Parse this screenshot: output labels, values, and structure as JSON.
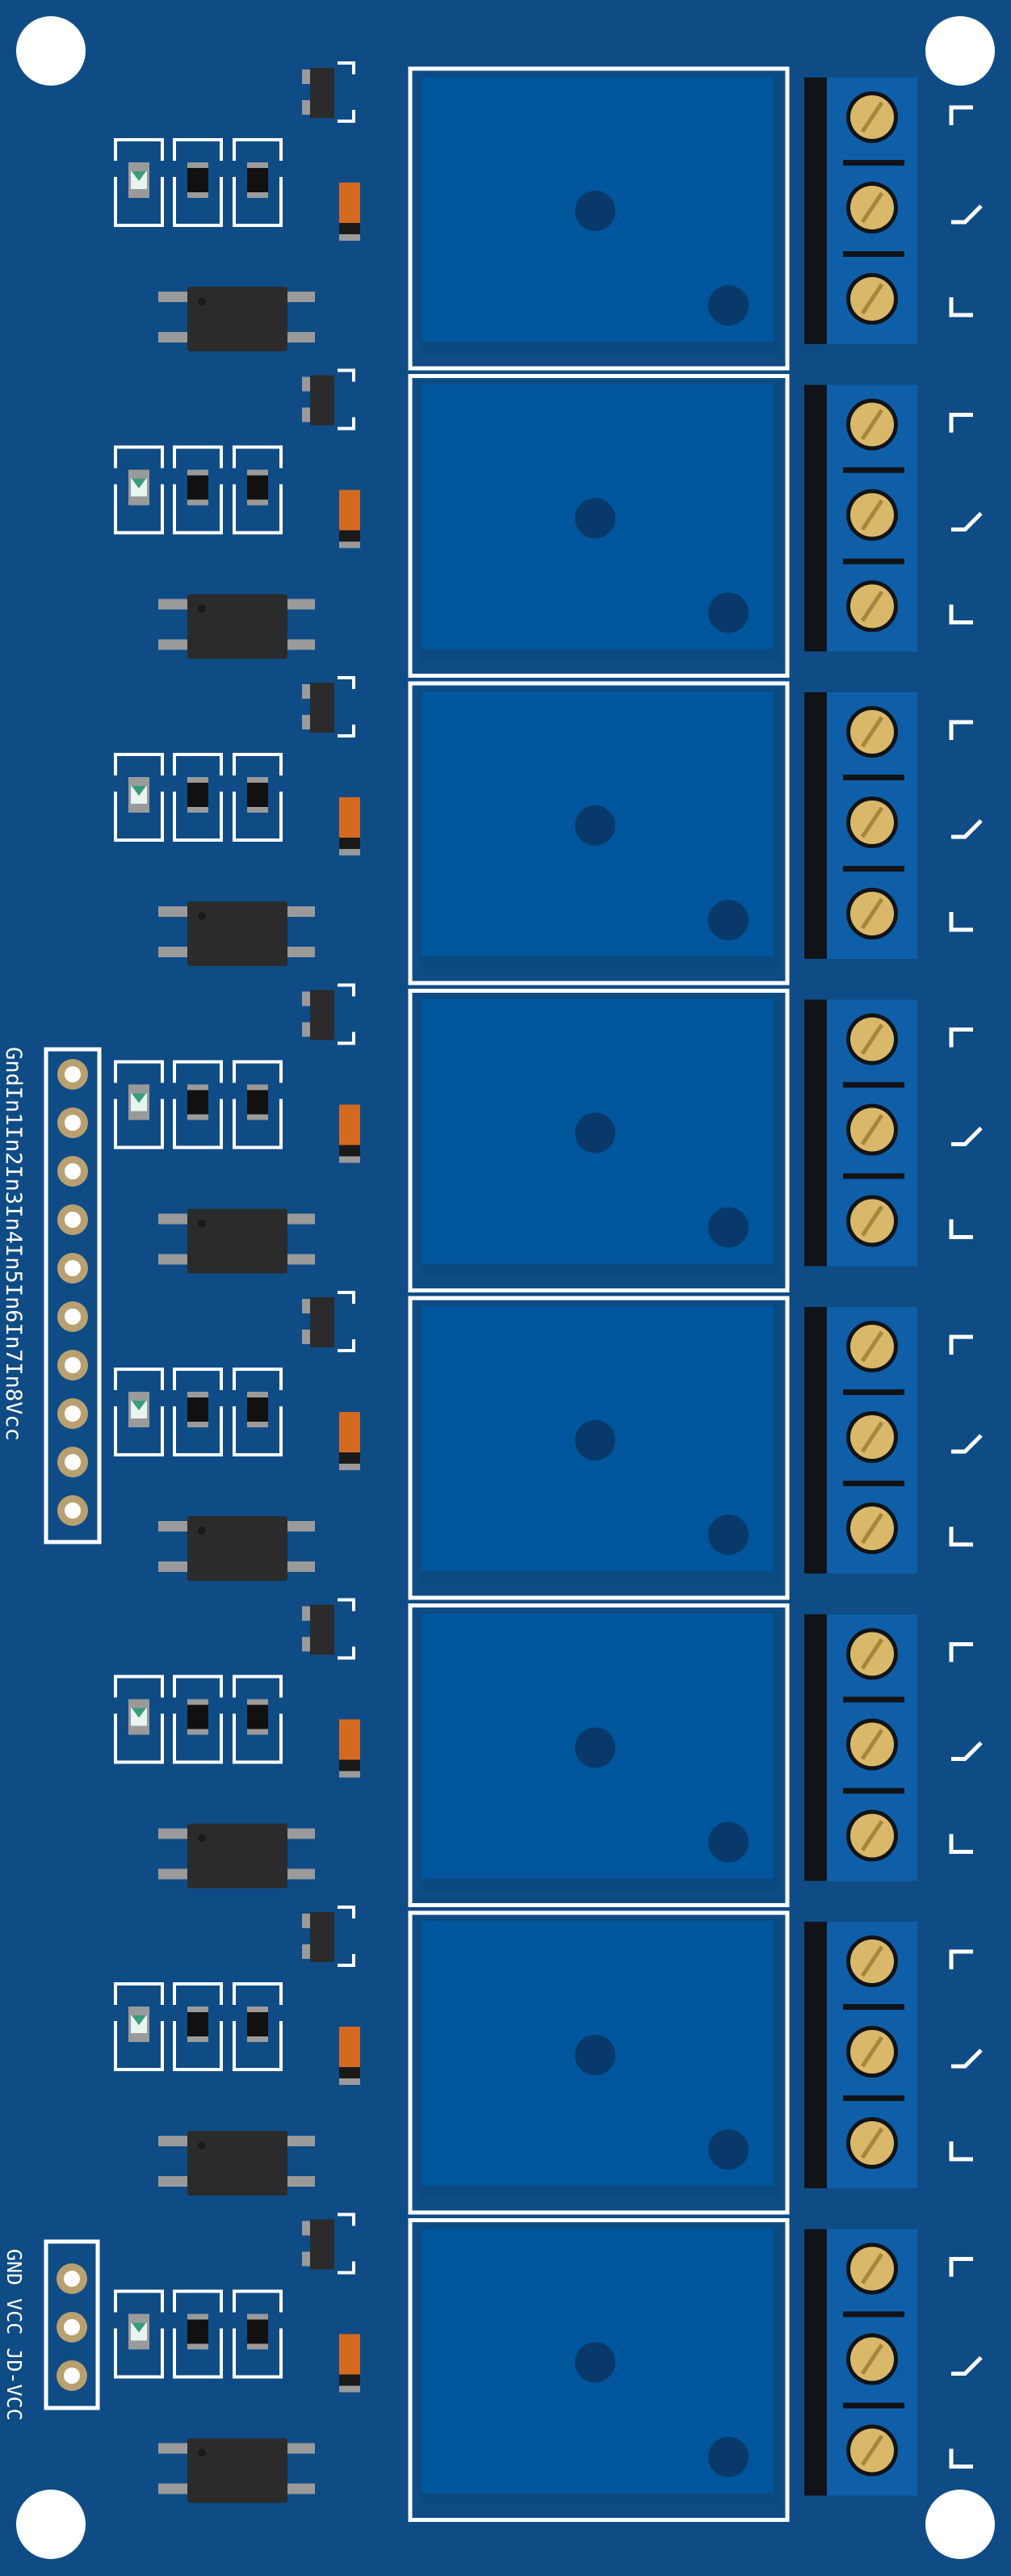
{
  "board": {
    "colors": {
      "pcb": "#0F4C85",
      "silkscreen": "#FFFFFF",
      "relay_body": "#00569C",
      "relay_shadow": "#0A4A80",
      "terminal_block": "#0E5FA8",
      "terminal_strip": "#111318",
      "screw_brass": "#D9B86A",
      "chip": "#2B2B2B",
      "pin_grey": "#9A9A9A",
      "led_green": "#3A9C7A",
      "resistor_orange": "#D46A1F",
      "pad_gold": "#B8A070"
    },
    "channel_count": 8,
    "terminals_per_channel": 3,
    "header_main": {
      "pins": [
        "Gnd",
        "In1",
        "In2",
        "In3",
        "In4",
        "In5",
        "In6",
        "In7",
        "In8",
        "Vcc"
      ]
    },
    "header_power": {
      "pins": [
        "GND",
        "VCC",
        "JD-VCC"
      ]
    }
  }
}
